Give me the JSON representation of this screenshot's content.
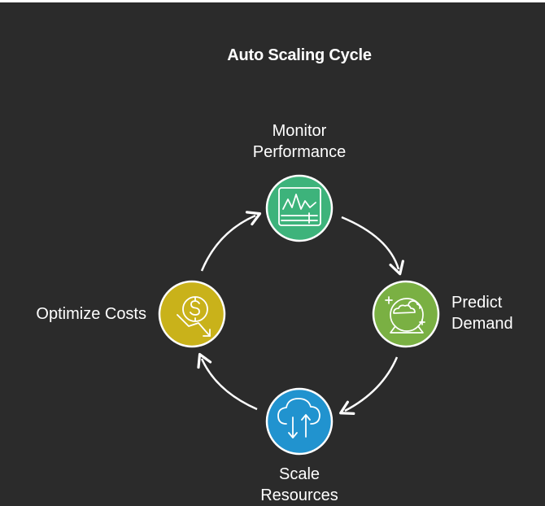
{
  "diagram": {
    "title": "Auto Scaling Cycle",
    "steps": [
      {
        "id": "monitor",
        "label_line1": "Monitor",
        "label_line2": "Performance",
        "color": "#3db37b",
        "icon": "monitor-chart-icon"
      },
      {
        "id": "predict",
        "label_line1": "Predict",
        "label_line2": "Demand",
        "color": "#7ab043",
        "icon": "crystal-ball-icon"
      },
      {
        "id": "scale",
        "label_line1": "Scale",
        "label_line2": "Resources",
        "color": "#2193cf",
        "icon": "cloud-up-down-icon"
      },
      {
        "id": "optimize",
        "label_line1": "Optimize Costs",
        "label_line2": "",
        "color": "#c9b21a",
        "icon": "dollar-down-icon"
      }
    ],
    "colors": {
      "background": "#2b2b2b",
      "text": "#ffffff",
      "arrow": "#ffffff",
      "node_border": "#ffffff"
    }
  }
}
